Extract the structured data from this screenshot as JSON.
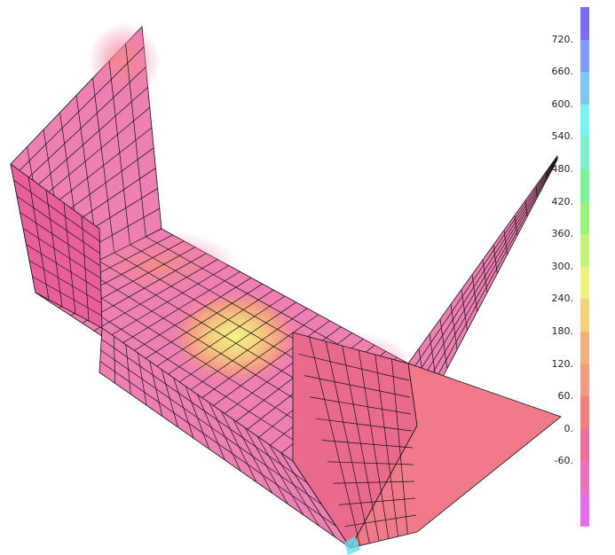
{
  "legend": {
    "ticks": [
      "720.",
      "660.",
      "600.",
      "540.",
      "480.",
      "420.",
      "360.",
      "300.",
      "240.",
      "180.",
      "120.",
      "60.",
      "0.",
      "-60."
    ],
    "bands": [
      "#7b6cf0",
      "#7f9cf2",
      "#7fc8f2",
      "#7ff0f0",
      "#7ff0c8",
      "#7ff09c",
      "#9cf07f",
      "#c8f07f",
      "#f0f07f",
      "#f0d27f",
      "#f0b07f",
      "#f09a7f",
      "#f07f7f",
      "#f06f9a",
      "#ec70c0",
      "#e070e8"
    ]
  },
  "model": {
    "shell_color": "#f07fb0",
    "hot_color": "#f5f080",
    "warm_color": "#f58a8a",
    "mesh_color": "#111111",
    "support_color": "#60e0f0"
  }
}
